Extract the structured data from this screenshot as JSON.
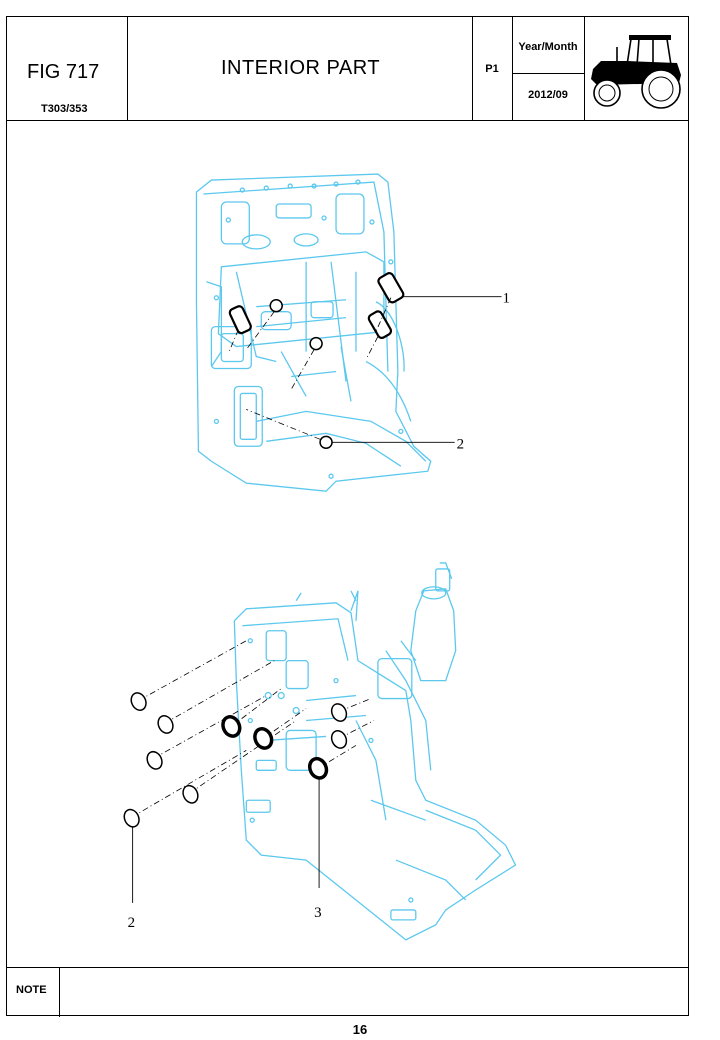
{
  "header": {
    "figure": "FIG 717",
    "model": "T303/353",
    "title": "INTERIOR PART",
    "page_code": "P1",
    "year_month_label": "Year/Month",
    "date": "2012/09"
  },
  "drawing": {
    "line_color": "#5cc8ee",
    "callouts": {
      "top_1": "1",
      "top_2": "2",
      "bottom_2": "2",
      "bottom_3": "3"
    }
  },
  "footer": {
    "note_label": "NOTE",
    "page_number": "16"
  },
  "icons": {
    "tractor": "tractor-silhouette-icon"
  }
}
